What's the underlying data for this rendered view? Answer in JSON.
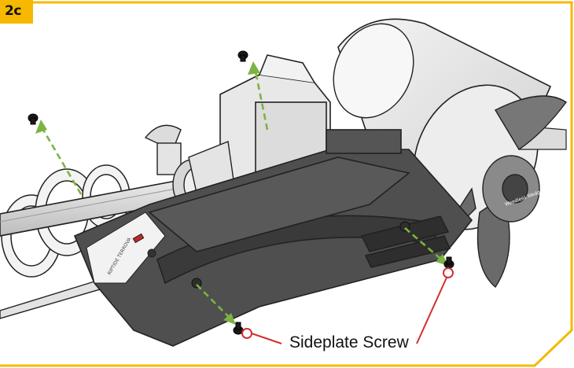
{
  "step": {
    "label": "2c"
  },
  "callout": {
    "label": "Sideplate Screw"
  },
  "colors": {
    "frame_accent": "#f6b800",
    "arrow": "#7cb342",
    "callout": "#d32f2f",
    "motor_dark": "#4a4a4a",
    "motor_light": "#e6e6e6"
  },
  "decal_text": [
    "RIPTIDE TERROVA"
  ],
  "brand_text": [
    "Weedless Wedge"
  ]
}
